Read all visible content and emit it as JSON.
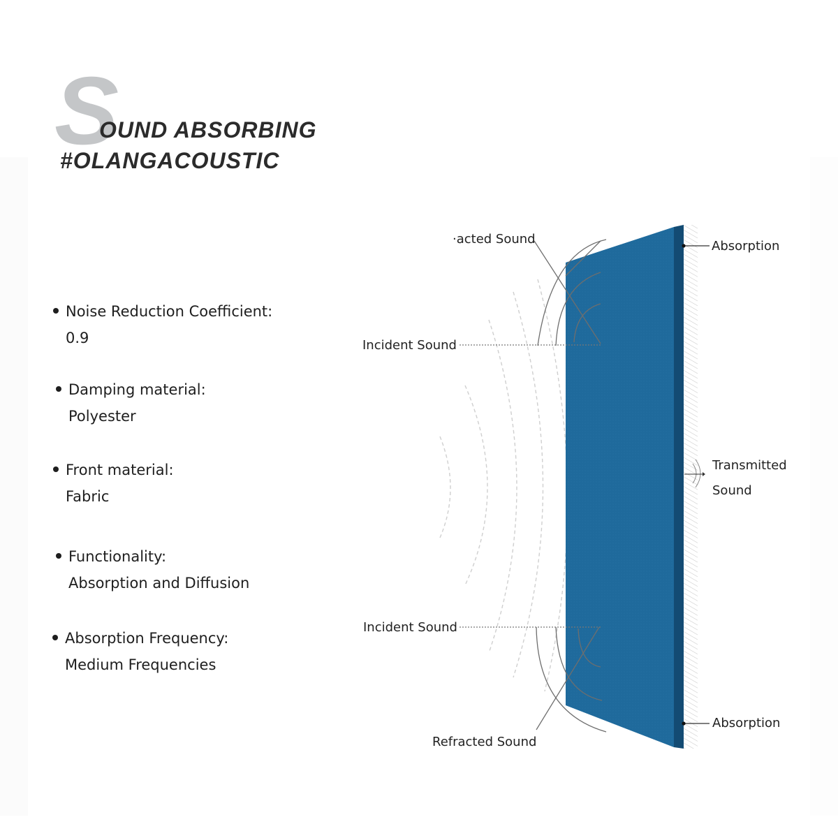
{
  "header": {
    "initial": "S",
    "title_rest": "OUND ABSORBING",
    "hashtag": "#OLANGACOUSTIC"
  },
  "specs": [
    {
      "label": "Noise Reduction Coefficient:",
      "value": "0.9"
    },
    {
      "label": "Damping material:",
      "value": "Polyester"
    },
    {
      "label": "Front material:",
      "value": "Fabric"
    },
    {
      "label": "Functionality:",
      "value": "Absorption and Diffusion"
    },
    {
      "label": "Absorption Frequency:",
      "value": "Medium Frequencies"
    }
  ],
  "diagram": {
    "labels": {
      "refracted_top": "·acted Sound",
      "incident_top": "Incident Sound",
      "absorption_top": "Absorption",
      "transmitted_line1": "Transmitted",
      "transmitted_line2": "Sound",
      "incident_bottom": "Incident Sound",
      "refracted_bottom": "Refracted Sound",
      "absorption_bottom": "Absorption"
    },
    "colors": {
      "panel_front": "#1f6a9c",
      "panel_edge": "#134b73",
      "wall_hatch": "#bdbdbd",
      "line": "#6e6e6e",
      "wave": "#cfcfcf"
    }
  }
}
